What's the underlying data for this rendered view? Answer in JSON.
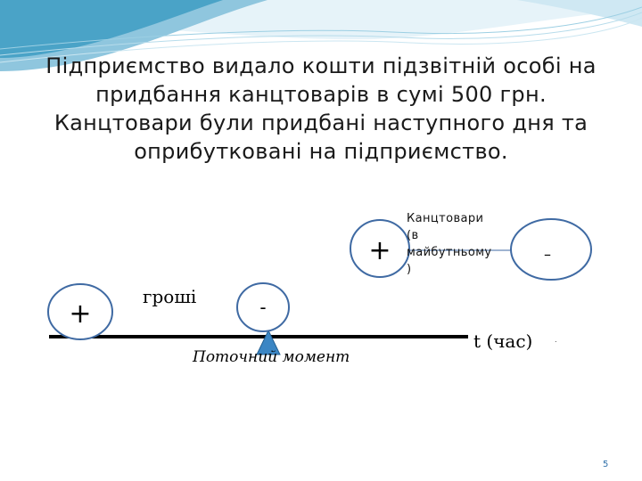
{
  "slide": {
    "title": "Підприємство видало кошти підзвітній особі на придбання канцтоварів в сумі 500 грн. Канцтовари були придбані наступного дня та оприбутковані на підприємство.",
    "page_number": "5"
  },
  "diagram": {
    "money": {
      "plus": "+",
      "minus": "-",
      "label": "гроші"
    },
    "future": {
      "plus": "+",
      "minus": "–",
      "label": "Канцтовари\n(в\nмайбутньому\n)"
    },
    "timeline": {
      "axis_label": "t (час)",
      "current_moment": "Поточний момент"
    }
  },
  "colors": {
    "decor_teal": "#4aa3c7",
    "decor_light": "#cfe8f3",
    "page_number": "#2e6fa8",
    "marker_blue": "#3b86c4"
  }
}
